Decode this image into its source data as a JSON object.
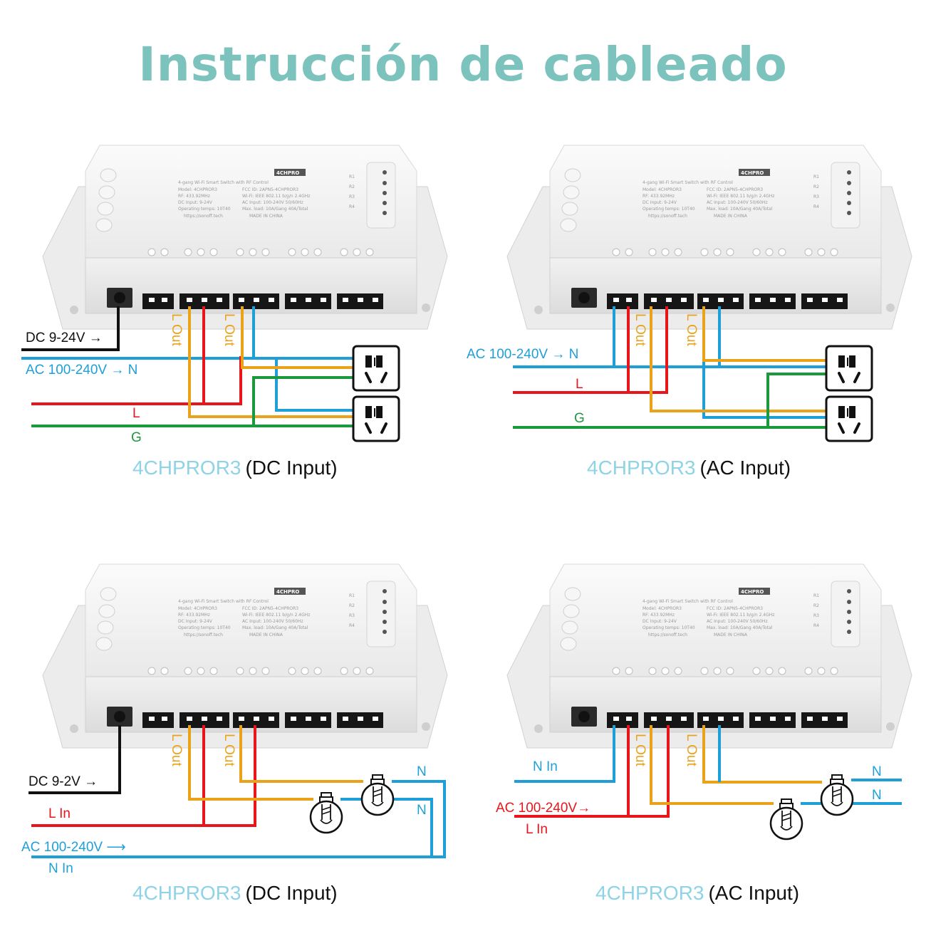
{
  "title": "Instrucción de cableado",
  "colors": {
    "title": "#7cc3bd",
    "model_caption": "#8fd3e6",
    "neutral_wire": "#1e9fd8",
    "live_wire": "#e8161b",
    "ground_wire": "#1b9a3d",
    "load_wire": "#eaa21a",
    "dc_wire": "#111111"
  },
  "device": {
    "badge": "4CHPRO",
    "heading": "4-gang Wi-Fi Smart Switch with RF Control",
    "left_col": [
      "Model: 4CHPROR3",
      "RF: 433.92MHz",
      "DC Input: 9-24V",
      "Operating temps: 10T40"
    ],
    "right_col": [
      "FCC ID: 2APN5-4CHPROR3",
      "Wi-Fi: IEEE 802.11 b/g/n 2.4GHz",
      "AC Input: 100-240V 50/60Hz",
      "Max. load: 10A/Gang 40A/Total"
    ],
    "footer_left": "https://sonoff.tech",
    "footer_right": "MADE IN CHINA",
    "relay_labels": [
      "R1",
      "R2",
      "R3",
      "R4"
    ]
  },
  "panels": [
    {
      "model": "4CHPROR3",
      "mode": "(DC Input)",
      "lout": [
        "L Out",
        "L Out"
      ],
      "labels": {
        "dc": "DC 9-24V →",
        "ac": "AC 100-240V → N",
        "l": "L",
        "g": "G"
      }
    },
    {
      "model": "4CHPROR3",
      "mode": "(AC Input)",
      "lout": [
        "L Out",
        "L Out"
      ],
      "labels": {
        "ac": "AC 100-240V → N",
        "l": "L",
        "g": "G"
      }
    },
    {
      "model": "4CHPROR3",
      "mode": "(DC Input)",
      "lout": [
        "L Out",
        "L Out"
      ],
      "labels": {
        "dc": "DC 9-2V →",
        "lin": "L In",
        "ac": "AC 100-240V ⟶",
        "nin": "N In",
        "n1": "N",
        "n2": "N"
      }
    },
    {
      "model": "4CHPROR3",
      "mode": "(AC Input)",
      "lout": [
        "L Out",
        "L Out"
      ],
      "labels": {
        "nin": "N In",
        "ac": "AC 100-240V→",
        "lin": "L In",
        "n1": "N",
        "n2": "N"
      }
    }
  ]
}
